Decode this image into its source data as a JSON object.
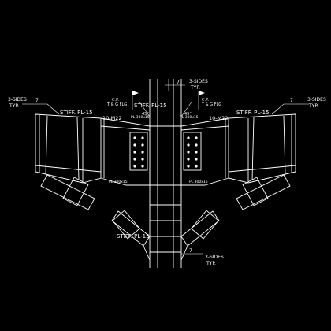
{
  "labels": {
    "weld_left": "3-SIDES",
    "typ_left": "TYP.",
    "weld_left_size": "7",
    "weld_right": "3-SIDES",
    "typ_right": "TYP.",
    "weld_right_size": "7",
    "weld_top": "3-SIDES",
    "typ_top": "TYP.",
    "weld_top_size": "7",
    "weld_bottom": "3-SIDES",
    "typ_bottom": "TYP.",
    "weld_bottom_size": "7",
    "stiff_left": "STIFF. PL-15",
    "stiff_center": "STIFF. PL-15",
    "stiff_right": "STIFF. PL-15",
    "stiff_bottom": "STIFF. PL-15",
    "bolts_left": "10-M22",
    "bolts_right": "10-M22",
    "cp_left": "C.P.",
    "cp_left_note": "T & G FLG",
    "cp_right": "C.P.",
    "cp_right_note": "T & G FLG",
    "angle_left": "45°",
    "angle_right": "45°",
    "plate_left_top": "PL 300x15",
    "plate_right_top": "PL 300x15",
    "plate_left_bottom": "PL 300x15",
    "plate_right_bottom": "PL 300x15"
  },
  "colors": {
    "line": "#ffffff",
    "background": "#000000",
    "dim": "#bfbfbf"
  }
}
